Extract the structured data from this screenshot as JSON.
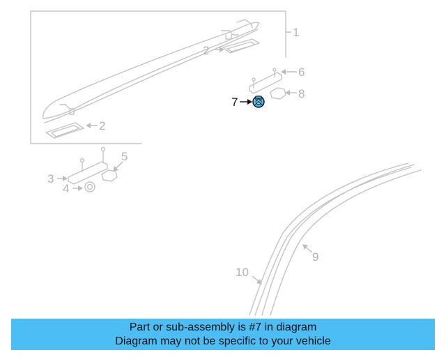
{
  "callouts": {
    "c1": "1",
    "c2a": "2",
    "c2b": "2",
    "c3": "3",
    "c4": "4",
    "c5": "5",
    "c6": "6",
    "c7": "7",
    "c8": "8",
    "c9": "9",
    "c10": "10"
  },
  "highlight_color": "#4dc3f5",
  "banner": {
    "line1": "Part or sub-assembly is #7 in diagram",
    "line2": "Diagram may not be specific to your vehicle",
    "background": "#4dbdf6"
  }
}
